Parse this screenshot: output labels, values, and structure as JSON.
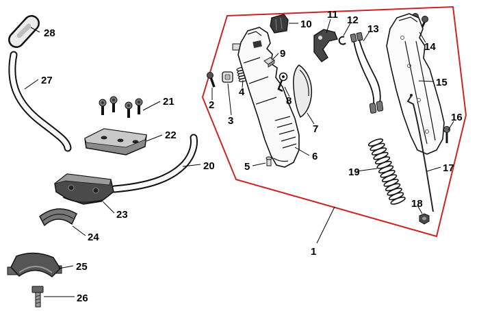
{
  "diagram": {
    "kind": "exploded-parts-diagram",
    "callouts": [
      "1",
      "2",
      "3",
      "4",
      "5",
      "6",
      "7",
      "8",
      "9",
      "10",
      "11",
      "12",
      "13",
      "14",
      "15",
      "16",
      "17",
      "18",
      "19",
      "20",
      "21",
      "22",
      "23",
      "24",
      "25",
      "26",
      "27",
      "28"
    ]
  },
  "colors": {
    "highlight_outline": "#cc2222",
    "line_art": "#111111",
    "background": "#ffffff"
  }
}
